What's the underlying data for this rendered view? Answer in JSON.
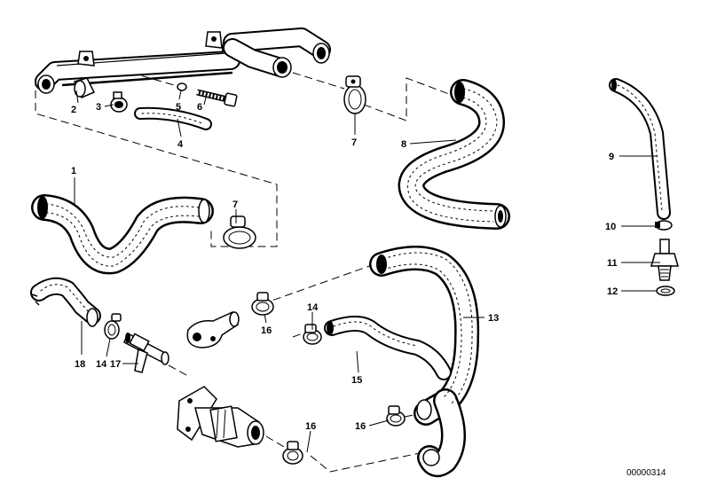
{
  "document_number": "00000314",
  "callouts": {
    "c1": "1",
    "c2": "2",
    "c3": "3",
    "c4": "4",
    "c5": "5",
    "c6": "6",
    "c7a": "7",
    "c7b": "7",
    "c8": "8",
    "c9": "9",
    "c10": "10",
    "c11": "11",
    "c12": "12",
    "c13": "13",
    "c14a": "14",
    "c14b": "14",
    "c15": "15",
    "c16a": "16",
    "c16b": "16",
    "c16c": "16",
    "c17": "17",
    "c18": "18"
  },
  "parts": [
    {
      "id": "pipe",
      "icon": "coolant-pipe"
    },
    {
      "id": "part-1",
      "icon": "hose"
    },
    {
      "id": "part-2",
      "icon": "sleeve"
    },
    {
      "id": "part-3",
      "icon": "hose-clamp"
    },
    {
      "id": "part-4",
      "icon": "hose"
    },
    {
      "id": "part-5",
      "icon": "washer"
    },
    {
      "id": "part-6",
      "icon": "bolt"
    },
    {
      "id": "part-7",
      "icon": "hose-clamp"
    },
    {
      "id": "part-8",
      "icon": "hose"
    },
    {
      "id": "part-9",
      "icon": "hose"
    },
    {
      "id": "part-10",
      "icon": "hose-clamp"
    },
    {
      "id": "part-11",
      "icon": "nipple-fitting"
    },
    {
      "id": "part-12",
      "icon": "gasket-ring"
    },
    {
      "id": "part-13",
      "icon": "hose"
    },
    {
      "id": "part-14",
      "icon": "hose-clamp"
    },
    {
      "id": "part-15",
      "icon": "hose"
    },
    {
      "id": "part-16",
      "icon": "hose-clamp"
    },
    {
      "id": "part-17",
      "icon": "tee-fitting"
    },
    {
      "id": "part-18",
      "icon": "hose"
    },
    {
      "id": "flange",
      "icon": "flange-fitting"
    },
    {
      "id": "valve",
      "icon": "valve-fitting"
    }
  ]
}
